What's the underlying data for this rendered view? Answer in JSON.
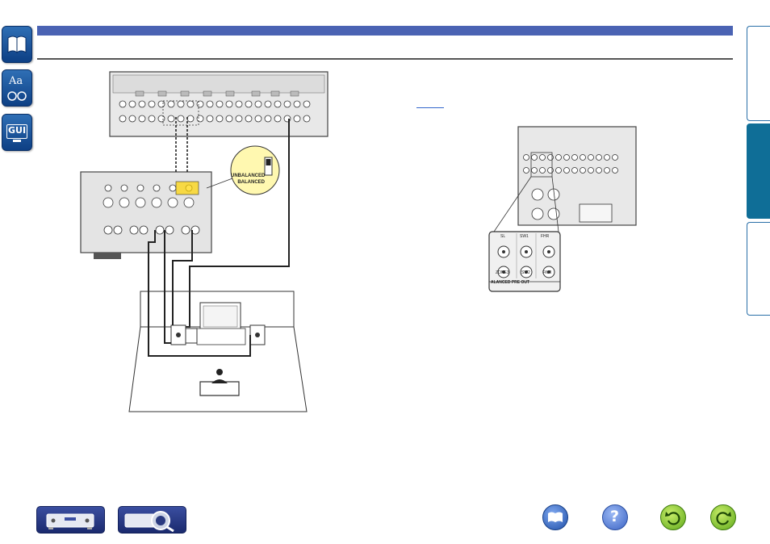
{
  "left_tabs": [
    {
      "name": "contents-tab",
      "icon": "book-icon"
    },
    {
      "name": "index-tab",
      "icon": "aa-index-icon",
      "label": "Aa"
    },
    {
      "name": "gui-tab",
      "icon": "gui-icon",
      "label": "GUI"
    }
  ],
  "right_tabs": [
    {
      "name": "basic-version-tab",
      "active": false
    },
    {
      "name": "advanced-version-tab",
      "active": true
    },
    {
      "name": "information-tab",
      "active": false
    }
  ],
  "figure_left": {
    "switch_labels": [
      "UNBALANCED",
      "BALANCED"
    ]
  },
  "figure_right": {
    "zoom_labels": [
      "SL",
      "SW1",
      "FHR",
      "ZONE3",
      "SW2",
      "FWR"
    ],
    "zoom_caption": "ALANCED PRE OUT"
  },
  "bottom_nav": {
    "buttons": [
      "front-panel-button",
      "remote-control-button"
    ],
    "icons": [
      "manual-book-icon",
      "help-icon",
      "back-icon",
      "forward-icon"
    ],
    "help_glyph": "?"
  },
  "colors": {
    "band": "#4a63b3",
    "tab_blue": "#0f6e97",
    "highlight_yellow": "#ffd400"
  }
}
